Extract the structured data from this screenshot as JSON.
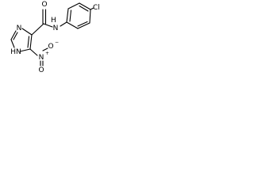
{
  "molecule": {
    "atoms": {
      "carbonyl_oxygen": "O",
      "amide_nitrogen": "N",
      "amide_hydrogen": "H",
      "chlorine": "Cl",
      "imidazole_n3": "N",
      "imidazole_nh": "HN",
      "nitro_nitrogen": "N",
      "nitro_nitrogen_charge": "+",
      "nitro_oxygen_upper": "O",
      "nitro_oxygen_upper_charge": "−",
      "nitro_oxygen_lower": "O"
    }
  }
}
